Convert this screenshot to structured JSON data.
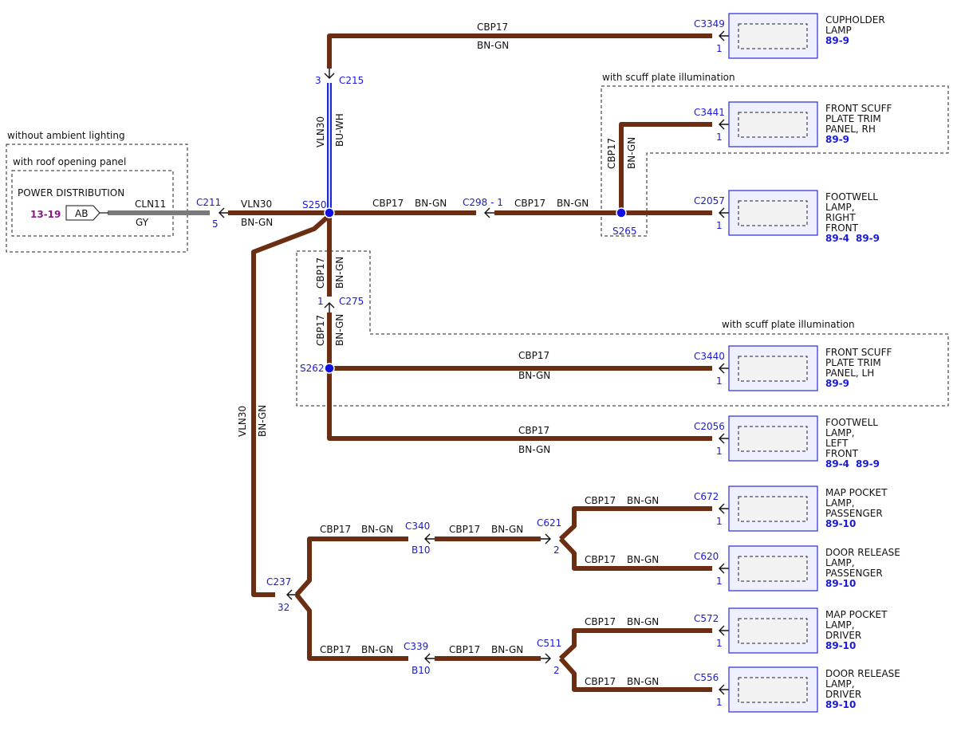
{
  "regions": {
    "without_ambient": "without ambient lighting",
    "roof_panel": "with roof opening panel",
    "scuff_upper": "with scuff plate illumination",
    "scuff_lower": "with scuff plate illumination"
  },
  "power_distribution": {
    "title": "POWER DISTRIBUTION",
    "ref": "13-19",
    "pin": "AB",
    "circuit": "CLN11",
    "color": "GY"
  },
  "connectors": {
    "c211": "C211",
    "c211_pin": "5",
    "c215": "C215",
    "c215_pin": "3",
    "c275": "C275",
    "c275_pin": "1",
    "c298": "C298 - 1",
    "c237": "C237",
    "c237_pin": "32",
    "c340": "C340",
    "c340_pin": "B10",
    "c339": "C339",
    "c339_pin": "B10",
    "c621": "C621",
    "c621_pin": "2",
    "c511": "C511",
    "c511_pin": "2"
  },
  "splices": {
    "s250": "S250",
    "s262": "S262",
    "s265": "S265"
  },
  "wire_labels": {
    "vln30": "VLN30",
    "bngn": "BN-GN",
    "cbp17": "CBP17",
    "buwh": "BU-WH"
  },
  "components": [
    {
      "conn": "C3349",
      "pin": "1",
      "name": [
        "CUPHOLDER",
        "LAMP"
      ],
      "pages": [
        "89-9"
      ]
    },
    {
      "conn": "C3441",
      "pin": "1",
      "name": [
        "FRONT SCUFF",
        "PLATE TRIM",
        "PANEL, RH"
      ],
      "pages": [
        "89-9"
      ]
    },
    {
      "conn": "C2057",
      "pin": "1",
      "name": [
        "FOOTWELL",
        "LAMP,",
        "RIGHT",
        "FRONT"
      ],
      "pages": [
        "89-4",
        "89-9"
      ]
    },
    {
      "conn": "C3440",
      "pin": "1",
      "name": [
        "FRONT SCUFF",
        "PLATE TRIM",
        "PANEL, LH"
      ],
      "pages": [
        "89-9"
      ]
    },
    {
      "conn": "C2056",
      "pin": "1",
      "name": [
        "FOOTWELL",
        "LAMP,",
        "LEFT",
        "FRONT"
      ],
      "pages": [
        "89-4",
        "89-9"
      ]
    },
    {
      "conn": "C672",
      "pin": "1",
      "name": [
        "MAP POCKET",
        "LAMP,",
        "PASSENGER"
      ],
      "pages": [
        "89-10"
      ]
    },
    {
      "conn": "C620",
      "pin": "1",
      "name": [
        "DOOR RELEASE",
        "LAMP,",
        "PASSENGER"
      ],
      "pages": [
        "89-10"
      ]
    },
    {
      "conn": "C572",
      "pin": "1",
      "name": [
        "MAP POCKET",
        "LAMP,",
        "DRIVER"
      ],
      "pages": [
        "89-10"
      ]
    },
    {
      "conn": "C556",
      "pin": "1",
      "name": [
        "DOOR RELEASE",
        "LAMP,",
        "DRIVER"
      ],
      "pages": [
        "89-10"
      ]
    }
  ]
}
